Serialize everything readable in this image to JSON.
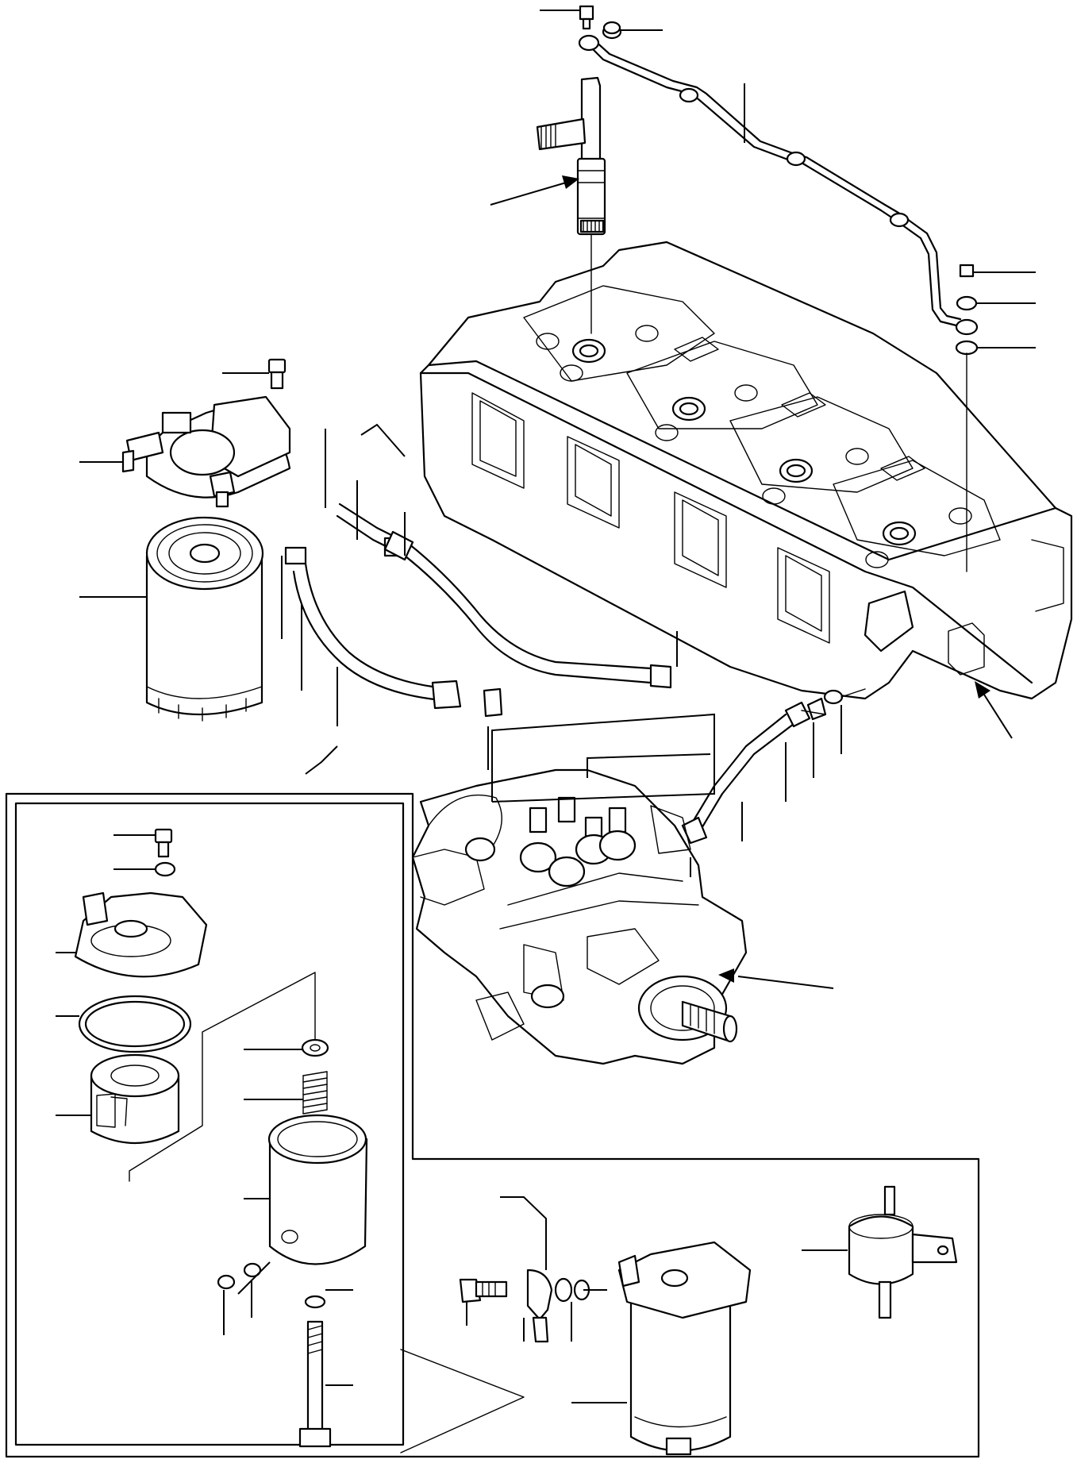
{
  "diagram": {
    "kind": "exploded-parts-view",
    "labels": [],
    "assemblies": [
      {
        "name": "fuel-return-pipe"
      },
      {
        "name": "fuel-injector-nozzle"
      },
      {
        "name": "cylinder-head"
      },
      {
        "name": "fuel-filter-head"
      },
      {
        "name": "fuel-filter-cartridge"
      },
      {
        "name": "fuel-hoses"
      },
      {
        "name": "fuel-injection-pump"
      },
      {
        "name": "water-separator-inset"
      },
      {
        "name": "electric-fuel-pump"
      }
    ],
    "colors": {
      "line": "#000000",
      "paper": "#ffffff"
    }
  }
}
